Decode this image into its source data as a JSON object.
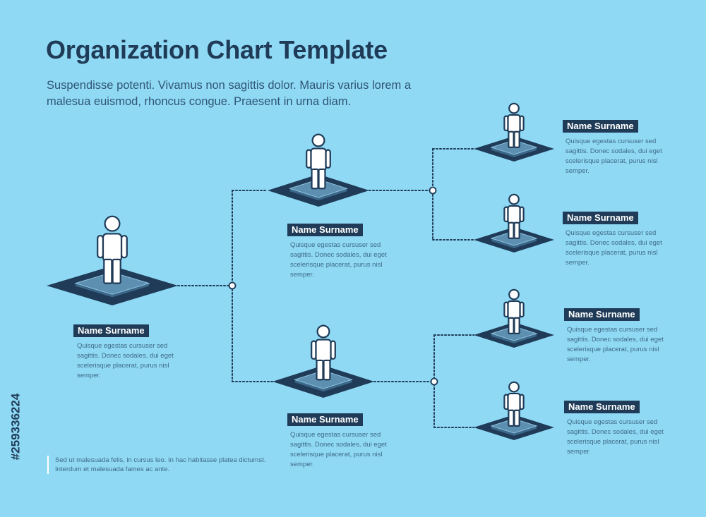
{
  "title": "Organization Chart Template",
  "subtitle": "Suspendisse potenti. Vivamus non sagittis dolor. Mauris varius lorem a malesua euismod, rhoncus congue. Praesent in urna diam.",
  "colors": {
    "background": "#8fd9f5",
    "dark": "#1f3b57",
    "platform_top": "#5d8fb0",
    "connector": "#1f3b57",
    "figure_fill": "#ffffff"
  },
  "nodes": [
    {
      "id": "root",
      "icon": "person-icon",
      "name": "Name Surname",
      "description": "Quisque egestas cursuser sed sagittis. Donec sodales, dui eget scelerisque placerat, purus nisl semper."
    },
    {
      "id": "manager-1",
      "icon": "person-icon",
      "name": "Name Surname",
      "description": "Quisque egestas cursuser sed sagittis. Donec sodales, dui eget scelerisque placerat, purus nisl semper."
    },
    {
      "id": "manager-2",
      "icon": "person-icon",
      "name": "Name Surname",
      "description": "Quisque egestas cursuser sed sagittis. Donec sodales, dui eget scelerisque placerat, purus nisl semper."
    },
    {
      "id": "member-1",
      "icon": "person-icon",
      "name": "Name Surname",
      "description": "Quisque egestas cursuser sed sagittis. Donec sodales, dui eget scelerisque placerat, purus nisl semper."
    },
    {
      "id": "member-2",
      "icon": "person-icon",
      "name": "Name Surname",
      "description": "Quisque egestas cursuser sed sagittis. Donec sodales, dui eget scelerisque placerat, purus nisl semper."
    },
    {
      "id": "member-3",
      "icon": "person-icon",
      "name": "Name Surname",
      "description": "Quisque egestas cursuser sed sagittis. Donec sodales, dui eget scelerisque placerat, purus nisl semper."
    },
    {
      "id": "member-4",
      "icon": "person-icon",
      "name": "Name Surname",
      "description": "Quisque egestas cursuser sed sagittis. Donec sodales, dui eget scelerisque placerat, purus nisl semper."
    }
  ],
  "edges": [
    {
      "from": "root",
      "to": "manager-1"
    },
    {
      "from": "root",
      "to": "manager-2"
    },
    {
      "from": "manager-1",
      "to": "member-1"
    },
    {
      "from": "manager-1",
      "to": "member-2"
    },
    {
      "from": "manager-2",
      "to": "member-3"
    },
    {
      "from": "manager-2",
      "to": "member-4"
    }
  ],
  "footnote": "Sed ut malesuada felis, in cursus leo. In hac habitasse platea dictumst. Interdum et malesuada fames ac ante.",
  "stock_id": "#259336224"
}
